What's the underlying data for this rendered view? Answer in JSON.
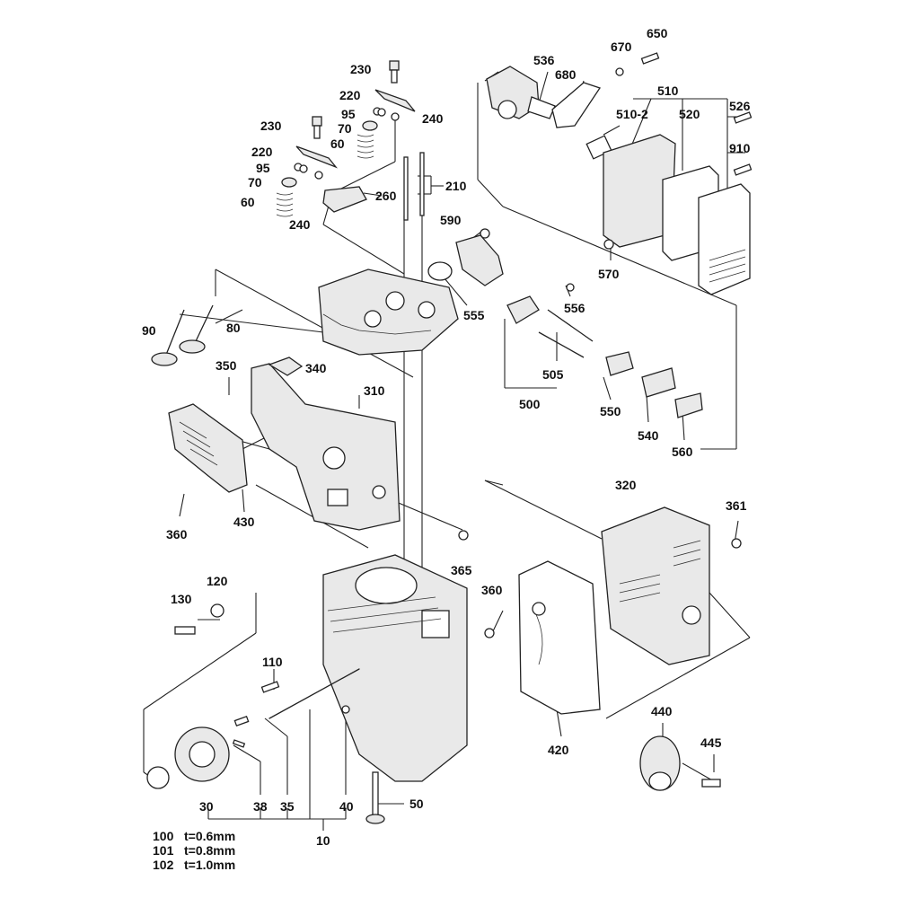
{
  "labels": {
    "p230a": "230",
    "p220a": "220",
    "p95a": "95",
    "p70a": "70",
    "p240a": "240",
    "p230b": "230",
    "p60a": "60",
    "p220b": "220",
    "p95b": "95",
    "p70b": "70",
    "p60b": "60",
    "p240b": "240",
    "p260": "260",
    "p210": "210",
    "p536": "536",
    "p670": "670",
    "p650": "650",
    "p680": "680",
    "p510": "510",
    "p510_2": "510-2",
    "p520": "520",
    "p526": "526",
    "p910": "910",
    "p590": "590",
    "p570": "570",
    "p556": "556",
    "p555": "555",
    "p90": "90",
    "p80": "80",
    "p350": "350",
    "p340": "340",
    "p310": "310",
    "p505": "505",
    "p500": "500",
    "p550": "550",
    "p540": "540",
    "p560": "560",
    "p360a": "360",
    "p430": "430",
    "p365": "365",
    "p320": "320",
    "p361": "361",
    "p360b": "360",
    "p420": "420",
    "p440": "440",
    "p445": "445",
    "p120": "120",
    "p130": "130",
    "p110": "110",
    "p30": "30",
    "p38": "38",
    "p35": "35",
    "p40": "40",
    "p50": "50",
    "p10": "10",
    "p100": "100",
    "p101": "101",
    "p102": "102"
  },
  "shim_notes": {
    "t100": "t=0.6mm",
    "t101": "t=0.8mm",
    "t102": "t=1.0mm"
  }
}
